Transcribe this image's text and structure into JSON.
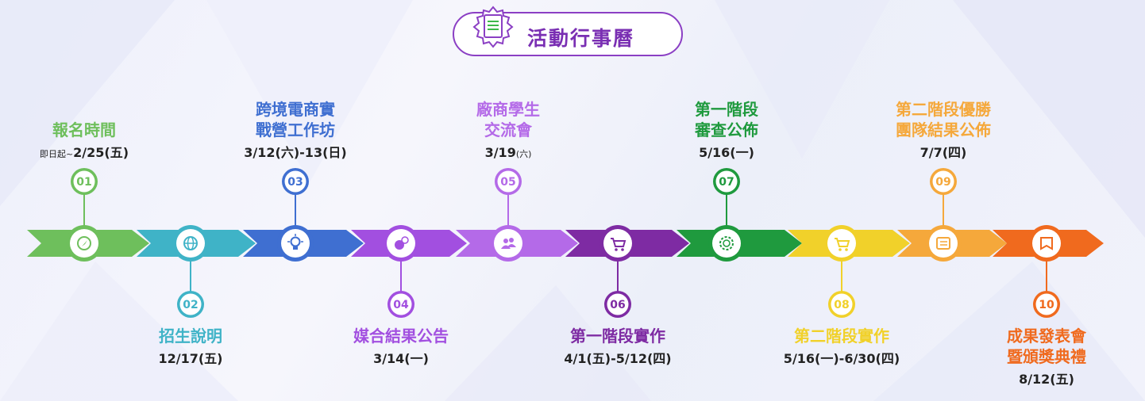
{
  "header": {
    "title": "活動行事曆",
    "icon": "document-gear-icon",
    "accent": "#7a2fb3"
  },
  "milestones": [
    {
      "num": "01",
      "name_lines": [
        "報名時間"
      ],
      "date_prefix": "即日起~",
      "date": "2/25(五)",
      "date_suffix": "",
      "color": "#6ebf5c",
      "icon": "compass-icon",
      "side": "top"
    },
    {
      "num": "02",
      "name_lines": [
        "招生說明"
      ],
      "date_prefix": "",
      "date": "12/17(五)",
      "date_suffix": "",
      "color": "#3fb3c7",
      "icon": "globe-icon",
      "side": "bottom"
    },
    {
      "num": "03",
      "name_lines": [
        "跨境電商實",
        "戰營工作坊"
      ],
      "date_prefix": "",
      "date": "3/12(六)-13(日)",
      "date_suffix": "",
      "color": "#3f6fd1",
      "icon": "lightbulb-icon",
      "side": "top"
    },
    {
      "num": "04",
      "name_lines": [
        "媒合結果公告"
      ],
      "date_prefix": "",
      "date": "3/14(一)",
      "date_suffix": "",
      "color": "#a24fe0",
      "icon": "coins-globe-icon",
      "side": "bottom"
    },
    {
      "num": "05",
      "name_lines": [
        "廠商學生",
        "交流會"
      ],
      "date_prefix": "",
      "date": "3/19",
      "date_suffix": "(六)",
      "color": "#b46ae8",
      "icon": "people-icon",
      "side": "top"
    },
    {
      "num": "06",
      "name_lines": [
        "第一階段實作"
      ],
      "date_prefix": "",
      "date": "4/1(五)-5/12(四)",
      "date_suffix": "",
      "color": "#7e2ba3",
      "icon": "cart-icon",
      "side": "bottom"
    },
    {
      "num": "07",
      "name_lines": [
        "第一階段",
        "審查公佈"
      ],
      "date_prefix": "",
      "date": "5/16(一)",
      "date_suffix": "",
      "color": "#1f9a3e",
      "icon": "gear-search-icon",
      "side": "top"
    },
    {
      "num": "08",
      "name_lines": [
        "第二階段實作"
      ],
      "date_prefix": "",
      "date": "5/16(一)-6/30(四)",
      "date_suffix": "",
      "color": "#f1d12a",
      "icon": "cart-icon",
      "side": "bottom"
    },
    {
      "num": "09",
      "name_lines": [
        "第二階段優勝",
        "團隊結果公佈"
      ],
      "date_prefix": "",
      "date": "7/7(四)",
      "date_suffix": "",
      "color": "#f5a83b",
      "icon": "list-icon",
      "side": "top"
    },
    {
      "num": "10",
      "name_lines": [
        "成果發表會",
        "暨頒獎典禮"
      ],
      "date_prefix": "",
      "date": "8/12(五)",
      "date_suffix": "",
      "color": "#f06a1e",
      "icon": "flag-icon",
      "side": "bottom"
    }
  ]
}
